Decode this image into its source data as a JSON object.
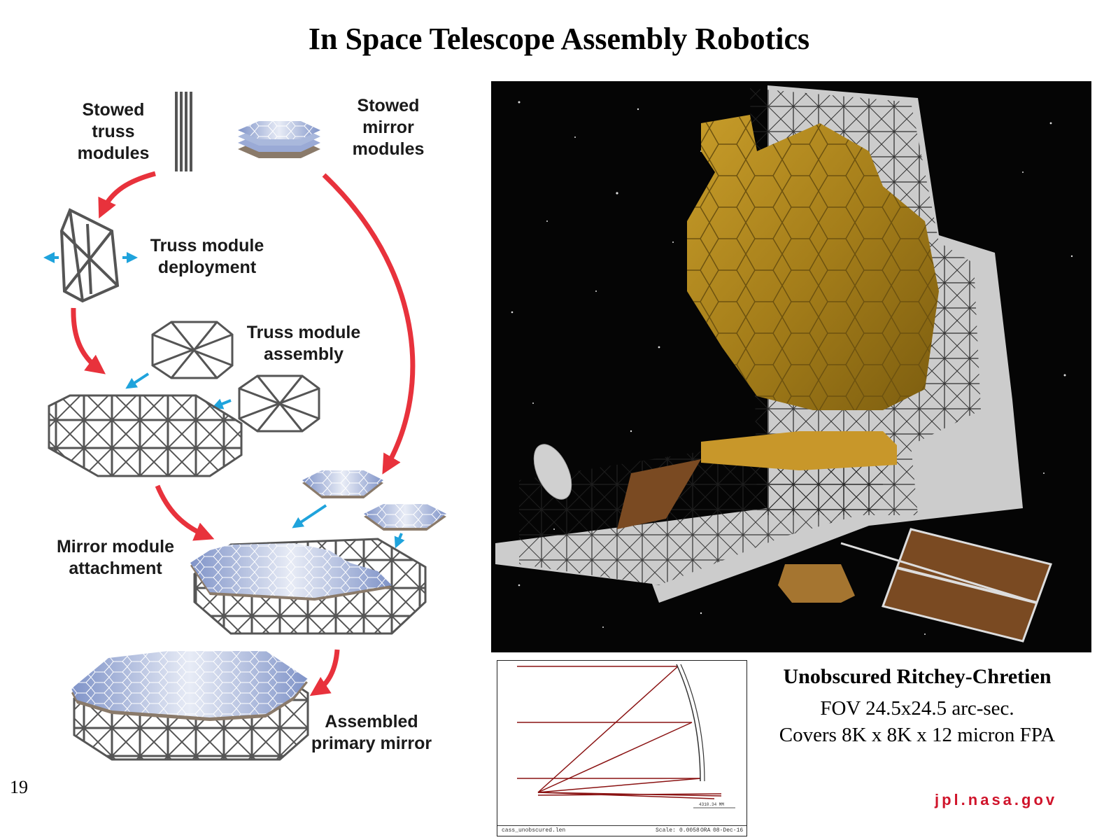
{
  "slide": {
    "title": "In Space Telescope Assembly Robotics",
    "page_number": "19",
    "footer_site": "jpl.nasa.gov"
  },
  "diagram": {
    "stowed_truss": "Stowed\ntruss\nmodules",
    "stowed_mirror": "Stowed\nmirror\nmodules",
    "truss_deploy": "Truss module\ndeployment",
    "truss_assembly": "Truss module\nassembly",
    "mirror_attach": "Mirror module\nattachment",
    "assembled": "Assembled\nprimary mirror",
    "colors": {
      "flow_arrow": "#e8323c",
      "motion_arrow": "#1fa3dc",
      "truss": "#555555",
      "mirror": "#a9b8dc"
    }
  },
  "optics": {
    "name": "Unobscured Ritchey-Chretien",
    "fov": "FOV 24.5x24.5 arc-sec.",
    "covers": "Covers 8K x 8K x 12 micron FPA",
    "ray_trace_file": "cass_unobscured.len",
    "ray_trace_scale_label": "Scale:",
    "ray_trace_scale": "0.0058",
    "ray_trace_org": "ORA",
    "ray_trace_date": "08-Dec-16",
    "ray_trace_length": "4310.34 MM"
  }
}
